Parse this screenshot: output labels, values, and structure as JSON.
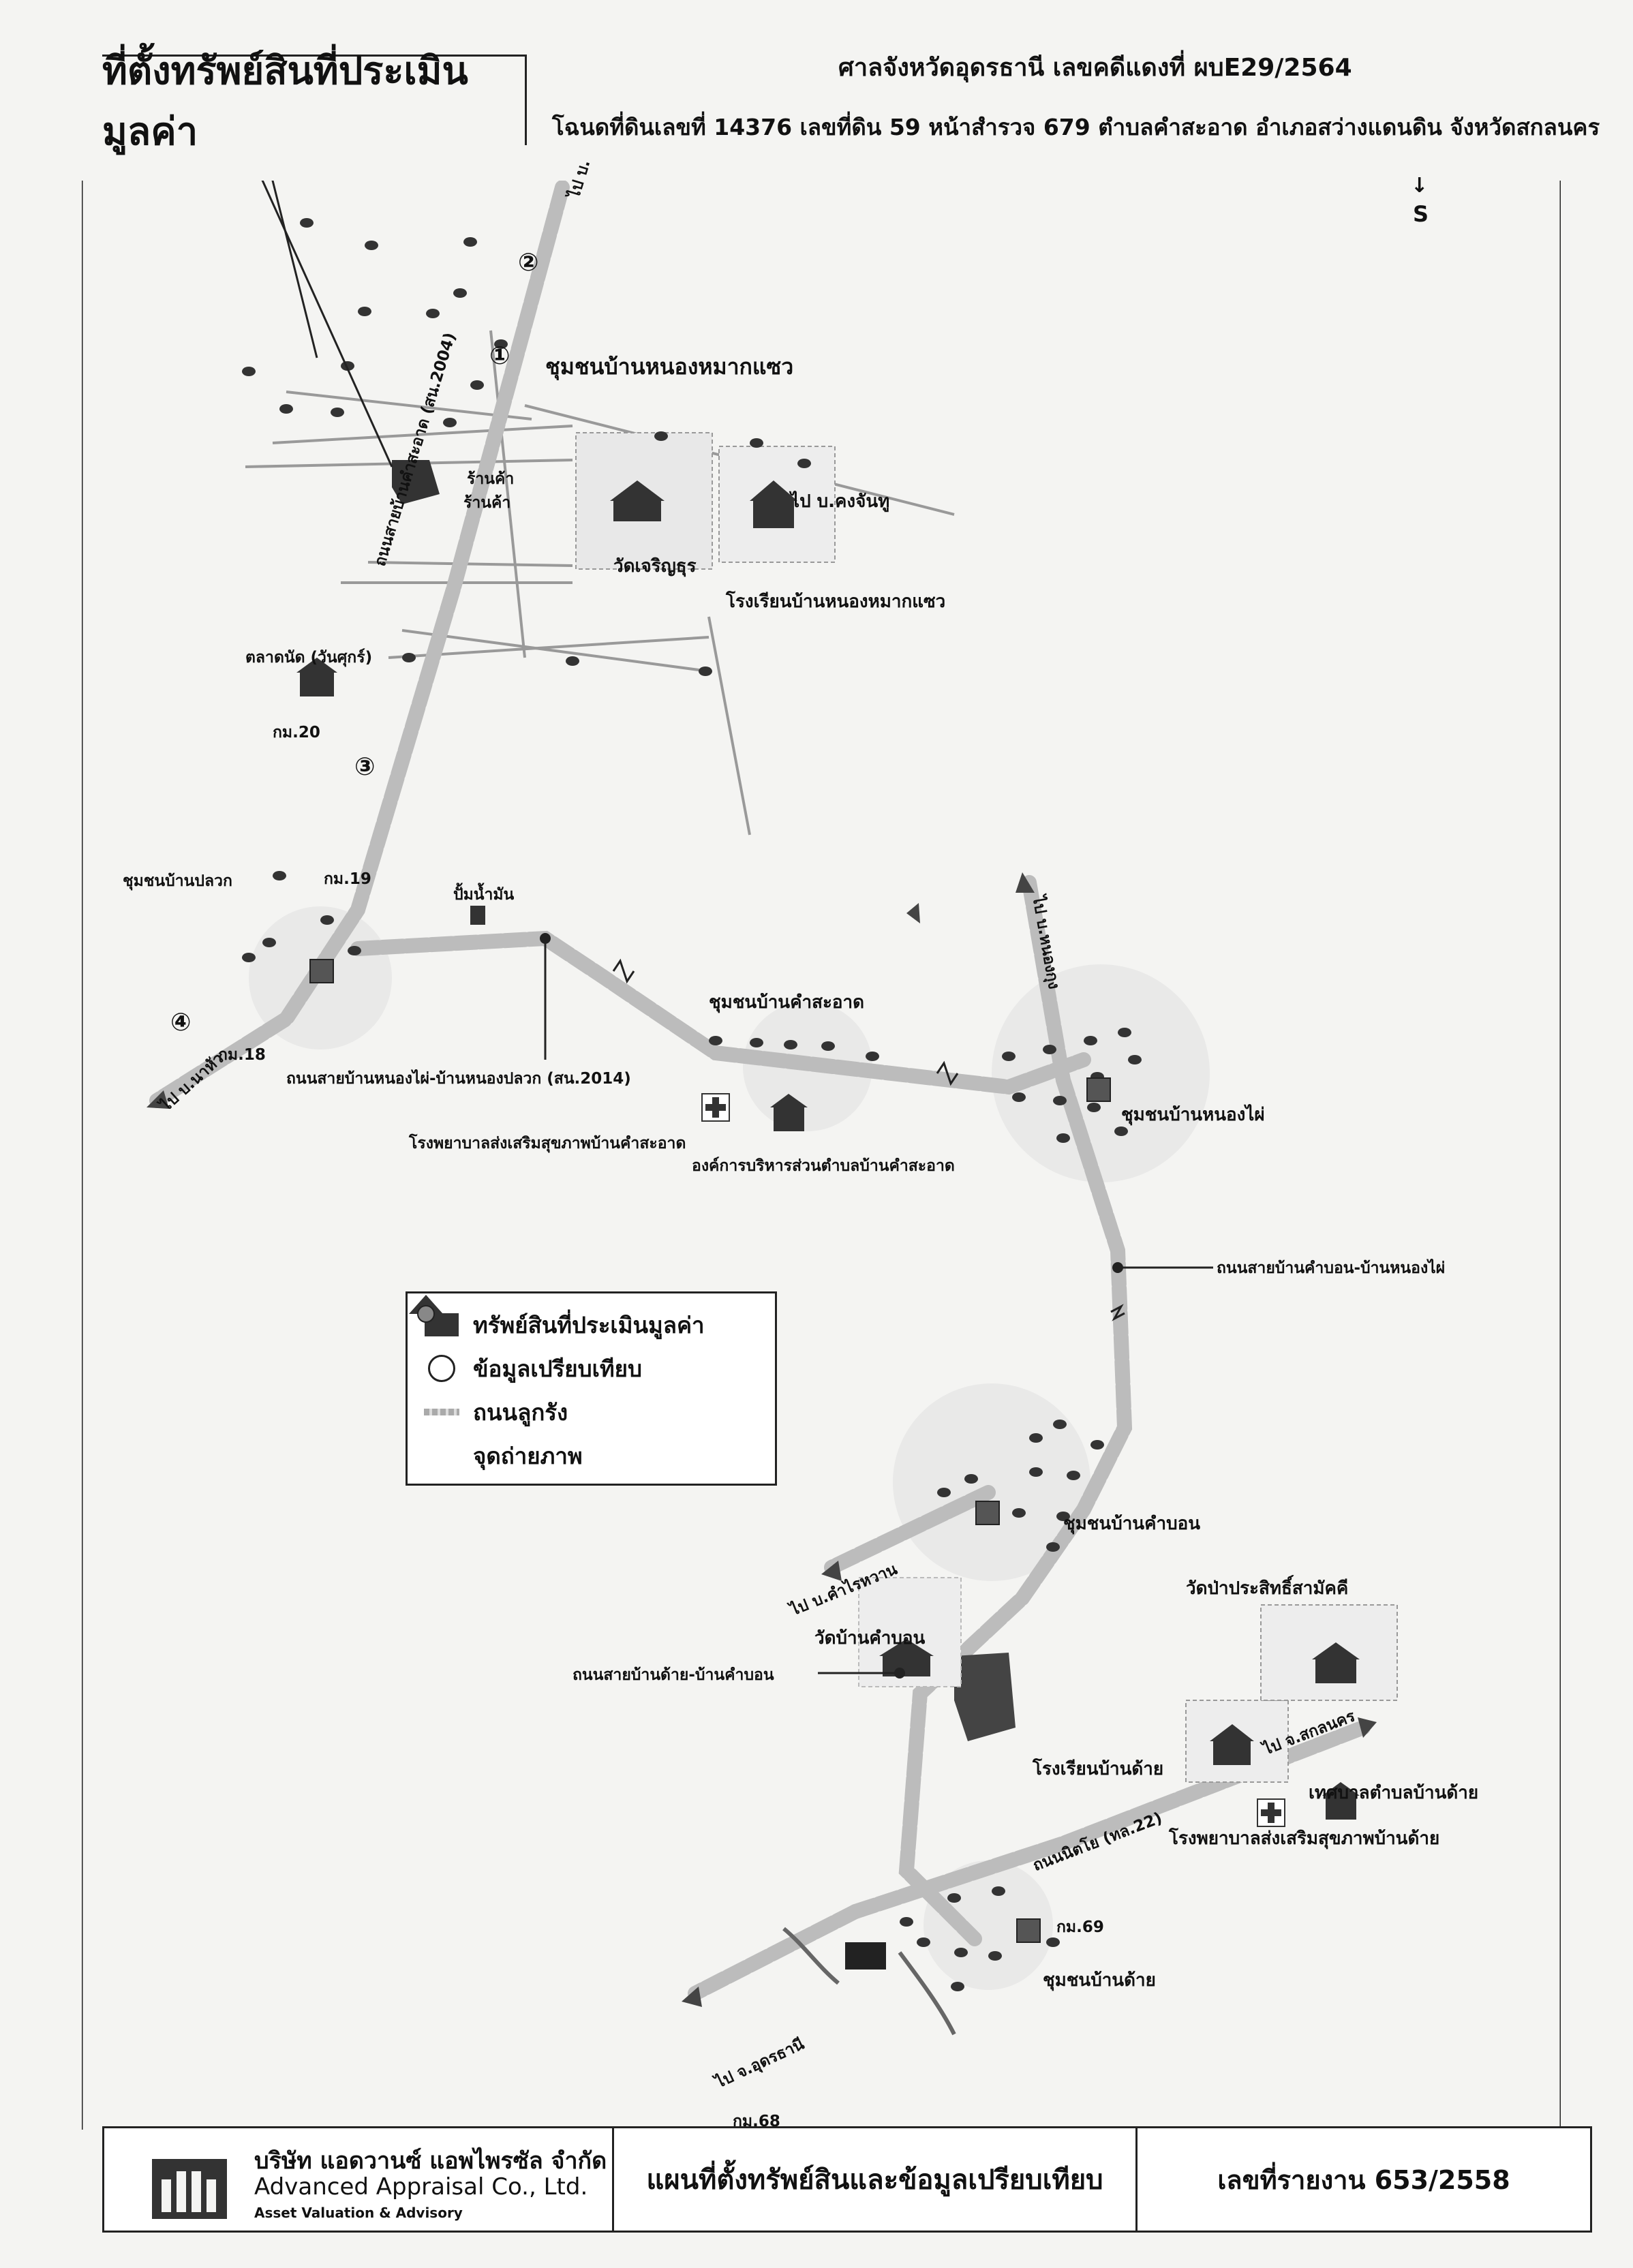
{
  "header": {
    "case_line": "ศาลจังหวัดอุดรธานี เลขคดีแดงที่ ผบE29/2564",
    "deed_line": "โฉนดที่ดินเลขที่ 14376 เลขที่ดิน 59 หน้าสำรวจ 679 ตำบลคำสะอาด  อำเภอสว่างแดนดิน จังหวัดสกลนคร",
    "title": "ที่ตั้งทรัพย์สินที่ประเมินมูลค่า"
  },
  "compass": {
    "label": "S"
  },
  "markers": [
    "①",
    "②",
    "③",
    "④"
  ],
  "labels": {
    "community_nong_mak_saeo": "ชุมชนบ้านหนองหมากแซว",
    "to_khong_chan": "ไป บ.คงจันทู",
    "wat_charoen": "วัดเจริญธุร",
    "school_nong_mak_saeo": "โรงเรียนบ้านหนองหมากแซว",
    "shop1": "ร้านค้า",
    "shop2": "ร้านค้า",
    "market": "ตลาดนัด (วันศุกร์)",
    "km20": "กม.20",
    "community_plaok": "ชุมชนบ้านปลวก",
    "km19": "กม.19",
    "gas_station": "ปั้มน้ำมัน",
    "km18": "กม.18",
    "to_na_hua": "ไป บ.นาหัว",
    "road_nongphai_plaok": "ถนนสายบ้านหนองไผ่-บ้านหนองปลวก (สน.2014)",
    "community_kham_sa_at": "ชุมชนบ้านคำสะอาด",
    "hospital_kham_sa_at": "โรงพยาบาลส่งเสริมสุขภาพบ้านคำสะอาด",
    "tao_kham_sa_at": "องค์การบริหารส่วนตำบลบ้านคำสะอาด",
    "community_nong_phai": "ชุมชนบ้านหนองไผ่",
    "to_nong_kung": "ไป บ.หนองกุง",
    "road_kham_bon_nong_phai": "ถนนสายบ้านคำบอน-บ้านหนองไผ่",
    "community_kham_bon": "ชุมชนบ้านคำบอน",
    "to_kham_rai": "ไป บ.คำไรหวาน",
    "wat_kham_bon": "วัดบ้านคำบอน",
    "road_dai_kham_bon": "ถนนสายบ้านด้าย-บ้านคำบอน",
    "wat_pa": "วัดป่าประสิทธิ์สามัคคี",
    "school_dai": "โรงเรียนบ้านด้าย",
    "municipality_dai": "เทศบาลตำบลบ้านด้าย",
    "hospital_dai": "โรงพยาบาลส่งเสริมสุขภาพบ้านด้าย",
    "road_nittayo": "ถนนนิตโย (ทล.22)",
    "to_sakon": "ไป จ.สกลนคร",
    "km69": "กม.69",
    "community_dai": "ชุมชนบ้านด้าย",
    "to_udon": "ไป จ.อุดรธานี",
    "km68": "กม.68",
    "road_vertical_top": "ถนนสายบ้านคำสะอาด (สน.2004)",
    "to_top": "ไป บ."
  },
  "legend": [
    {
      "symbol": "subject-property",
      "label": "ทรัพย์สินที่ประเมินมูลค่า"
    },
    {
      "symbol": "comparable-circle",
      "label": "ข้อมูลเปรียบเทียบ"
    },
    {
      "symbol": "gravel-road",
      "label": "ถนนลูกรัง"
    },
    {
      "symbol": "photo-point",
      "label": "จุดถ่ายภาพ"
    }
  ],
  "footer": {
    "company_th": "บริษัท แอดวานซ์ แอพไพรซัล จำกัด",
    "company_en": "Advanced Appraisal Co., Ltd.",
    "company_sub": "Asset Valuation & Advisory",
    "map_title": "แผนที่ตั้งทรัพย์สินและข้อมูลเปรียบเทียบ",
    "report_no": "เลขที่รายงาน 653/2558"
  },
  "colors": {
    "road": "#b8b8b8",
    "property": "#3a3a3a",
    "ink": "#111111"
  }
}
